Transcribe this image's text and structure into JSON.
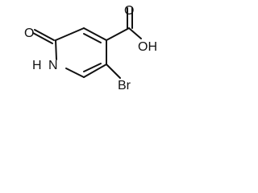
{
  "structure": {
    "atoms": {
      "oxygen_ketone": "O",
      "hydrogen_nh": "H",
      "nitrogen": "N",
      "hydroxyl": "OH",
      "oxygen_carbonyl": "O",
      "bromine": "Br"
    }
  }
}
